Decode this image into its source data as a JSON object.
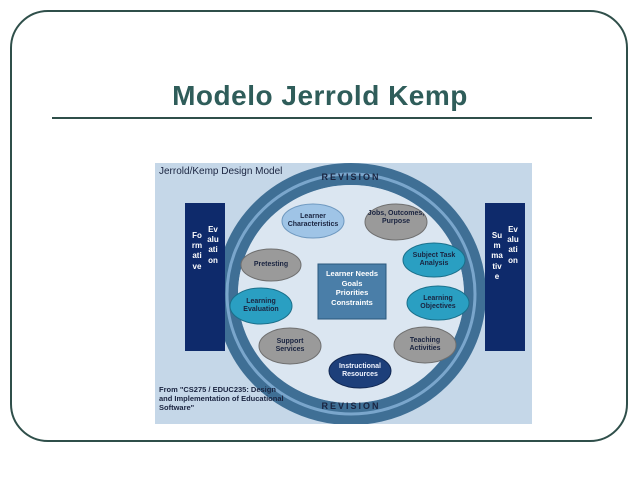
{
  "slide": {
    "title": "Modelo Jerrold Kemp"
  },
  "diagram": {
    "heading": "Jerrold/Kemp Design Model",
    "revision_top": "REVISION",
    "revision_bottom": "REVISION",
    "left_bar": {
      "word1": "Formative",
      "word2": "Evaluation"
    },
    "right_bar": {
      "word1": "Summative",
      "word2": "Evaluation"
    },
    "center": [
      "Learner Needs",
      "Goals",
      "Priorities",
      "Constraints"
    ],
    "nodes": {
      "learner_characteristics": "Learner Characteristics",
      "jobs_outcomes_purpose": "Jobs, Outcomes, Purpose",
      "subject_task_analysis": "Subject Task Analysis",
      "learning_objectives": "Learning Objectives",
      "teaching_activities": "Teaching Activities",
      "instructional_resources": "Instructional Resources",
      "support_services": "Support Services",
      "learning_evaluation": "Learning Evaluation",
      "pretesting": "Pretesting"
    },
    "source": "From \"CS275 / EDUC235: Design and Implementation of Educational Software\"",
    "colors": {
      "background": "#c5d7e8",
      "ring": "#3f6f95",
      "bars": "#0e2a6b",
      "center_box": "#4a7ea8",
      "node_light_blue": "#9fc4e6",
      "node_gray": "#9a9a9a",
      "node_teal": "#2a9fc2",
      "node_navy": "#1d3f7a"
    }
  }
}
